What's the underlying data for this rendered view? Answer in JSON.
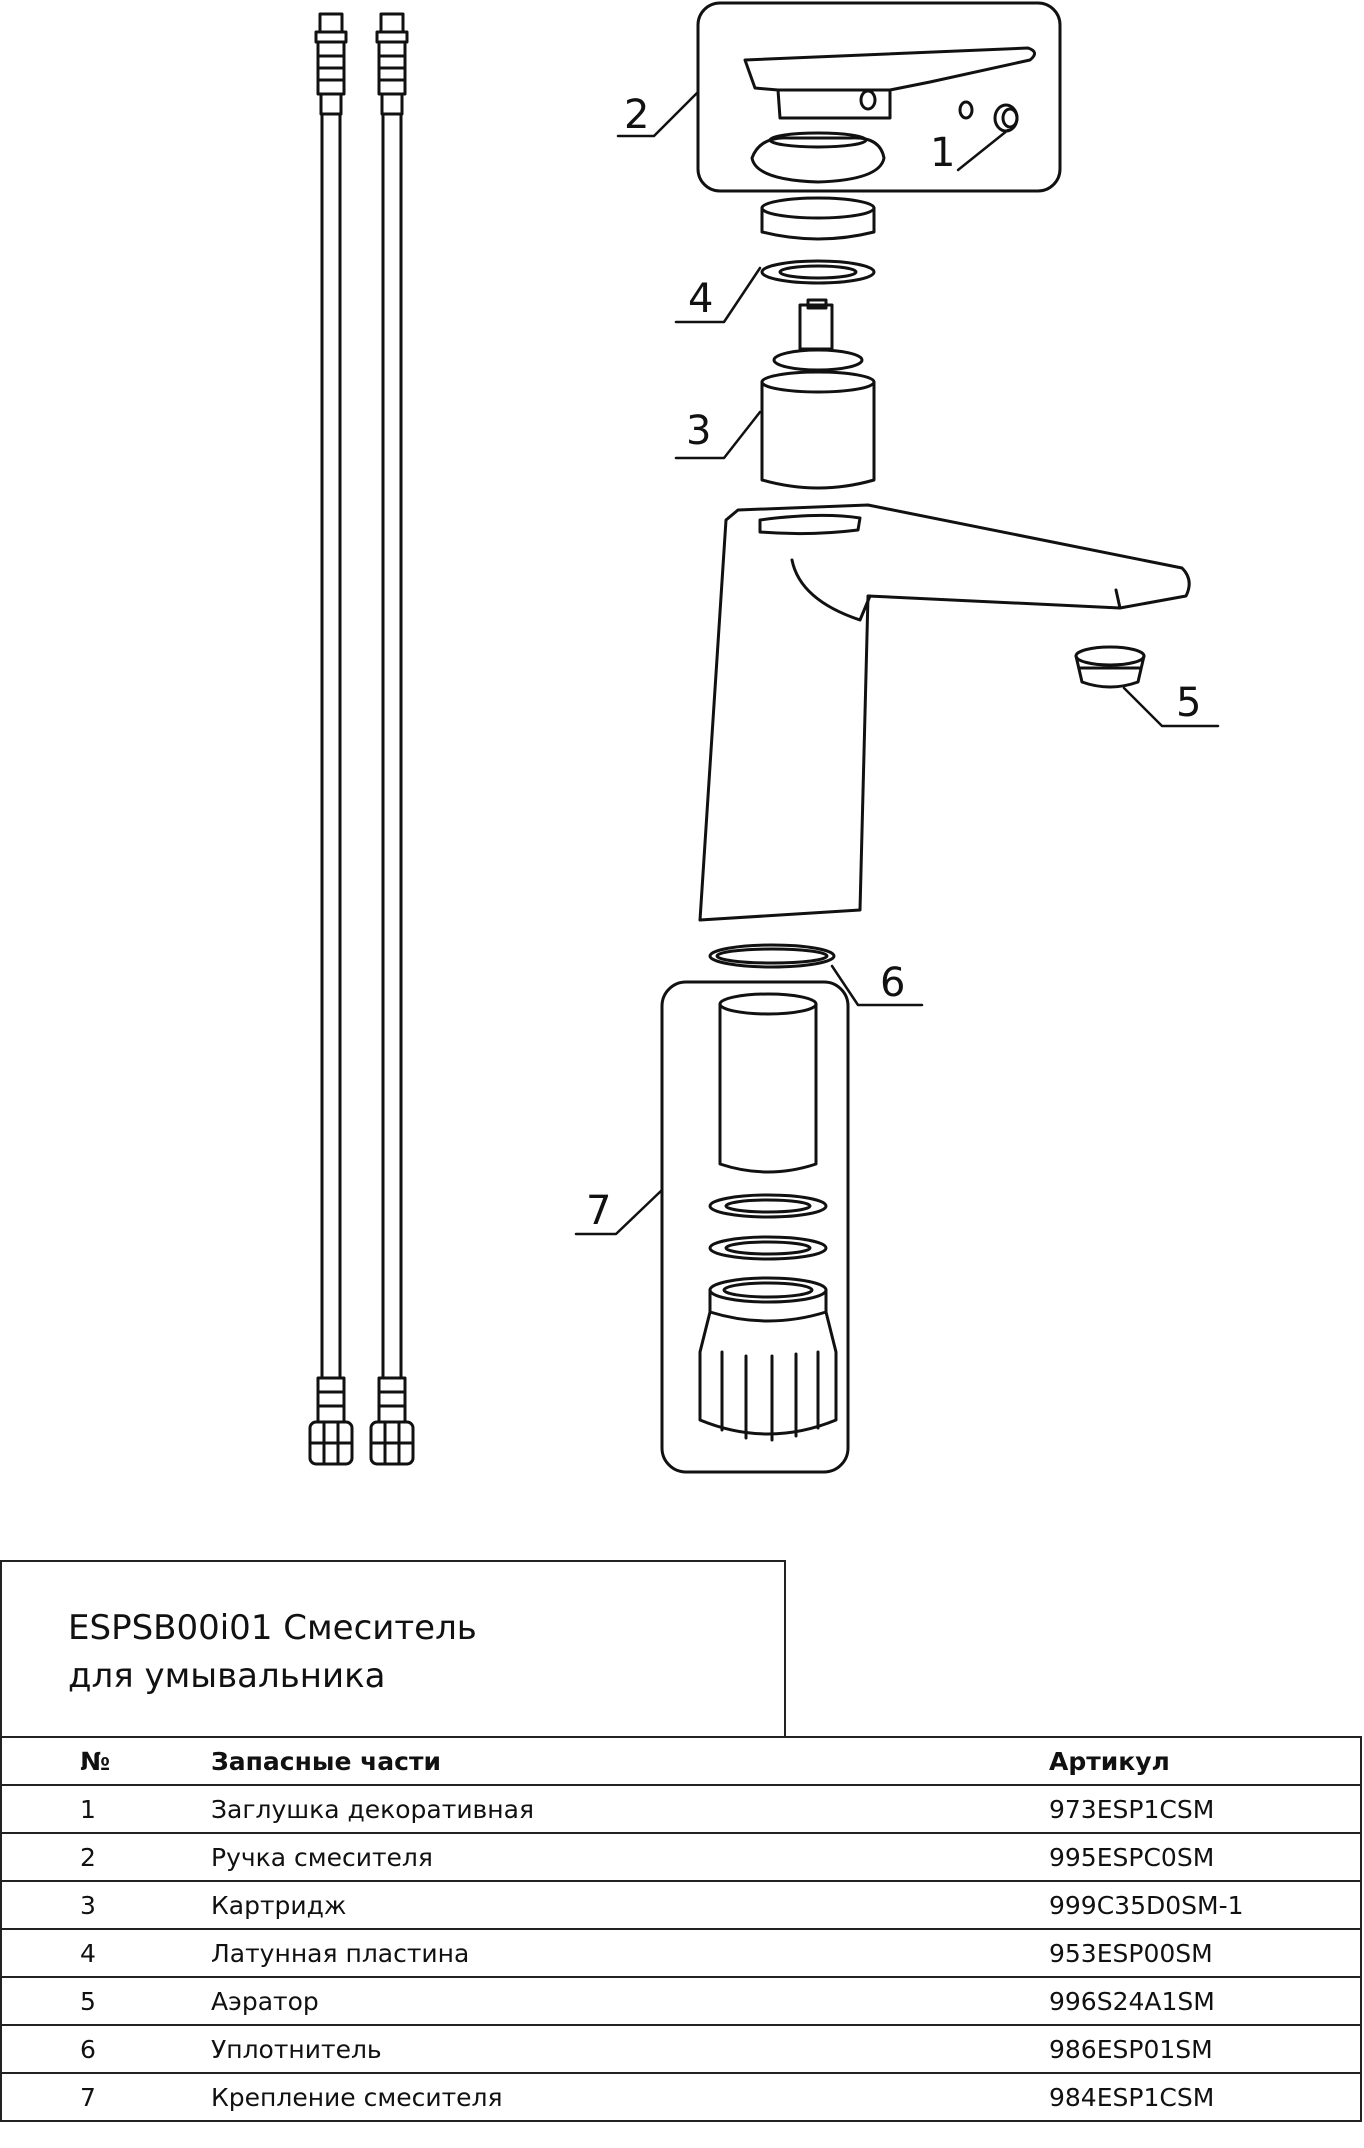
{
  "callouts": [
    "1",
    "2",
    "3",
    "4",
    "5",
    "6",
    "7"
  ],
  "title": {
    "line1": "ESPSB00i01 Смеситель",
    "line2": "для умывальника"
  },
  "table": {
    "headers": [
      "№",
      "Запасные части",
      "Артикул"
    ],
    "rows": [
      [
        "1",
        "Заглушка декоративная",
        "973ESP1CSM"
      ],
      [
        "2",
        "Ручка смесителя",
        "995ESPC0SM"
      ],
      [
        "3",
        "Картридж",
        "999C35D0SM-1"
      ],
      [
        "4",
        "Латунная пластина",
        "953ESP00SM"
      ],
      [
        "5",
        "Аэратор",
        "996S24A1SM"
      ],
      [
        "6",
        "Уплотнитель",
        "986ESP01SM"
      ],
      [
        "7",
        "Крепление смесителя",
        "984ESP1CSM"
      ]
    ]
  }
}
